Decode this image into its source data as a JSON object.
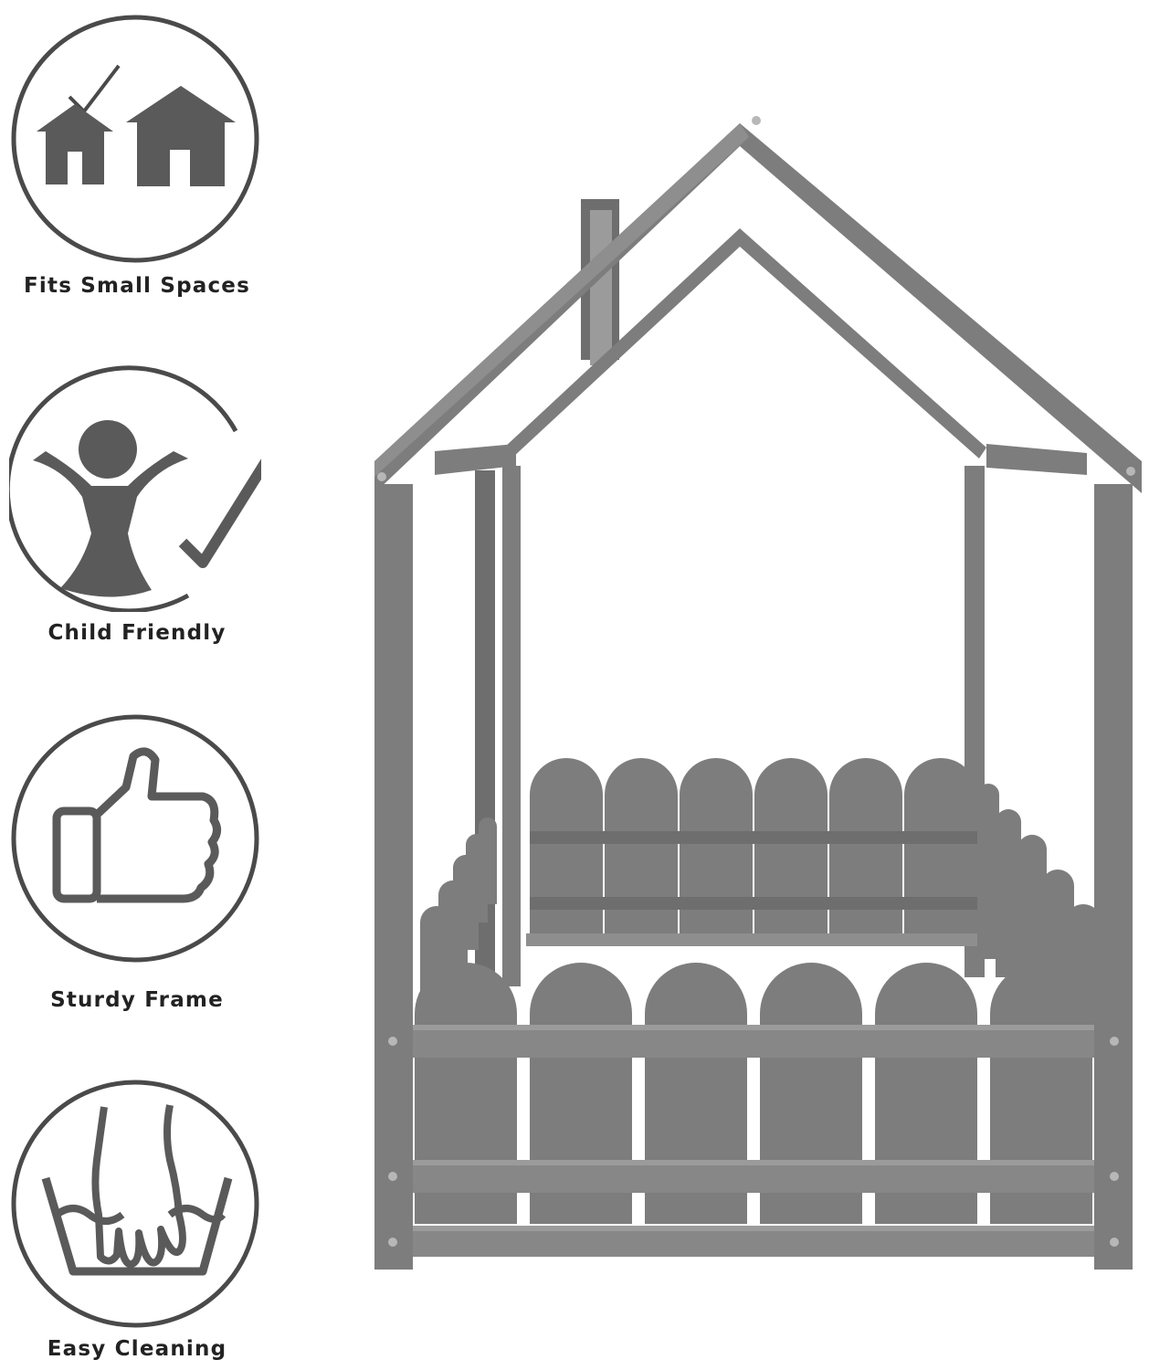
{
  "features": [
    {
      "icon": "houses-check-icon",
      "label": "Fits Small Spaces"
    },
    {
      "icon": "child-check-icon",
      "label": "Child Friendly"
    },
    {
      "icon": "thumbs-up-icon",
      "label": "Sturdy Frame"
    },
    {
      "icon": "hand-washing-icon",
      "label": "Easy Cleaning"
    }
  ],
  "colors": {
    "icon": "#5a5a5a",
    "ring": "#4a4a4a",
    "frame": "#7c7d7c",
    "frame_dark": "#6d6e6d",
    "frame_light": "#9a9b9a"
  }
}
